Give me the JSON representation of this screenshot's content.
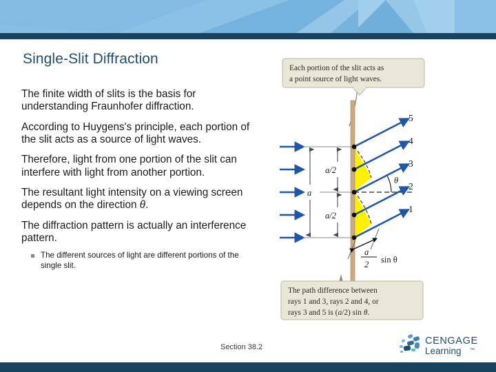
{
  "slide": {
    "title": "Single-Slit Diffraction",
    "section_footer": "Section  38.2"
  },
  "theme": {
    "header_blue": "#83bbe2",
    "navy": "#17435f",
    "title_color": "#1f4e6b",
    "sub_marker_color": "#6f8f97",
    "ray_blue": "#1f56a5",
    "slit_tan": "#c9ad7f",
    "wedge_yellow": "#fdf000",
    "caption_bg": "#e9e8d8",
    "caption_border": "#b9b79c",
    "stalk_olive": "#8c8a5e"
  },
  "bullets": [
    {
      "text_before": "The finite width of slits is the basis for understanding Fraunhofer diffraction.",
      "italic": "",
      "text_after": ""
    },
    {
      "text_before": "According to Huygens's principle, each portion of the slit acts as a source of light waves.",
      "italic": "",
      "text_after": ""
    },
    {
      "text_before": "Therefore, light from one portion of the slit can interfere with light from another portion.",
      "italic": "",
      "text_after": ""
    },
    {
      "text_before": "The resultant light intensity on a viewing screen depends on the direction ",
      "italic": "θ",
      "text_after": "."
    },
    {
      "text_before": "The diffraction pattern is actually an interference pattern.",
      "italic": "",
      "text_after": ""
    }
  ],
  "sub_bullets": [
    "The different sources of light are different portions of the single slit."
  ],
  "figure": {
    "top_caption": {
      "line1": "Each portion of the slit acts as",
      "line2": "a point source of light waves."
    },
    "bottom_caption": {
      "line1": "The path difference between",
      "line2": "rays 1 and 3, rays 2 and 4, or",
      "line3_a": "rays 3 and 5 is (",
      "line3_b": "a",
      "line3_c": "/2) sin ",
      "line3_d": "θ",
      "line3_e": "."
    },
    "ray_labels": [
      "5",
      "4",
      "3",
      "2",
      "1"
    ],
    "dimension_labels": {
      "full": "a",
      "half_top": "a/2",
      "half_bottom": "a/2"
    },
    "angle_label": "θ",
    "path_difference_label": {
      "numerator": "a",
      "denominator": "2",
      "suffix": "sin θ"
    }
  },
  "logo": {
    "line1": "CENGAGE",
    "line2": "Learning",
    "trademark": "™"
  }
}
